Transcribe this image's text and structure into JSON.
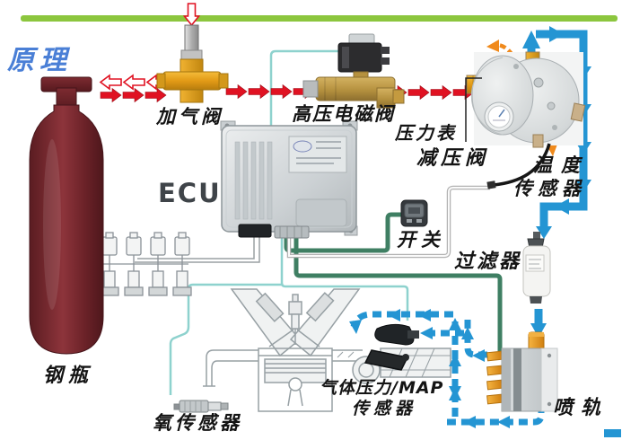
{
  "title": {
    "text": "原理",
    "color": "#4a7fd6"
  },
  "accent_bar_color": "#8cc63e",
  "labels": {
    "cylinder": "钢瓶",
    "filling_valve": "加气阀",
    "hp_solenoid_valve": "高压电磁阀",
    "pressure_gauge": "压力表",
    "pressure_reducer": "减压阀",
    "temperature_sensor_line1": "温度",
    "temperature_sensor_line2": "传感器",
    "ecu": "ECU",
    "switch": "开关",
    "filter": "过滤器",
    "gas_pressure_map_sensor_line1": "气体压力/MAP",
    "gas_pressure_map_sensor_line2": "传感器",
    "oxygen_sensor": "氧传感器",
    "injector_rail": "喷轨"
  },
  "flow_colors": {
    "high_pressure_red": "#e01222",
    "low_pressure_blue": "#2495d3",
    "signal_orange": "#f08a1c",
    "wire_green": "#3f7f63",
    "wire_cyan": "#8ed2ce"
  }
}
